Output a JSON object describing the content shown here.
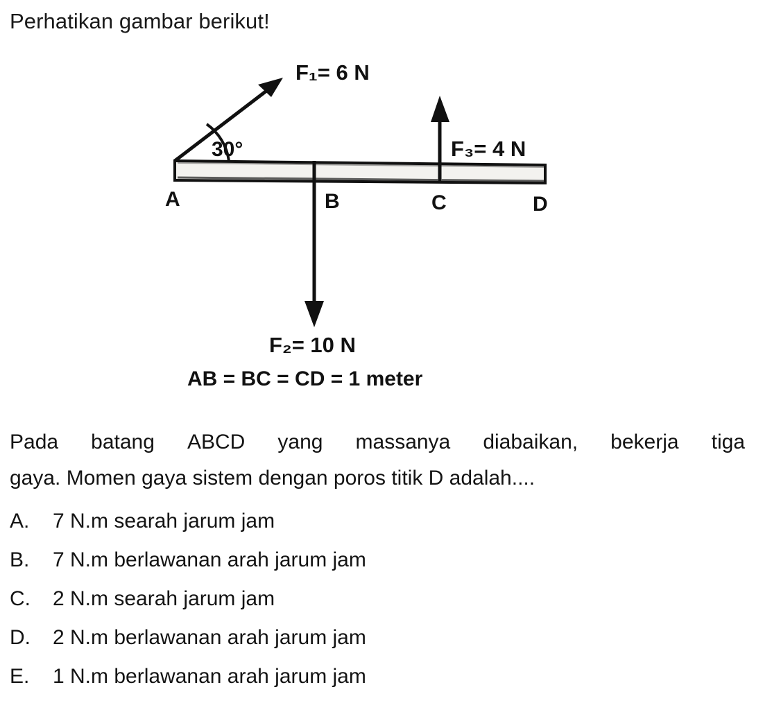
{
  "prompt": "Perhatikan gambar berikut!",
  "figure": {
    "bar": {
      "points": [
        "A",
        "B",
        "C",
        "D"
      ]
    },
    "labels": {
      "f1": "F₁= 6 N",
      "f2": "F₂= 10 N",
      "f3": "F₃= 4 N",
      "angle": "30°",
      "point_a": "A",
      "point_b": "B",
      "point_c": "C",
      "point_d": "D",
      "distances": "AB = BC = CD = 1 meter"
    },
    "forces": [
      {
        "name": "F1",
        "magnitude": "6 N",
        "point": "A",
        "direction": "up-right at 30 degrees from bar"
      },
      {
        "name": "F2",
        "magnitude": "10 N",
        "point": "B",
        "direction": "down"
      },
      {
        "name": "F3",
        "magnitude": "4 N",
        "point": "C",
        "direction": "up"
      }
    ],
    "colors": {
      "ink": "#111111",
      "bar_fill": "#f2f1ee"
    }
  },
  "question": {
    "line1_left": "Pada",
    "line1_words": [
      "Pada",
      "batang",
      "ABCD",
      "yang",
      "massanya",
      "diabaikan,",
      "bekerja",
      "tiga"
    ],
    "line2": "gaya. Momen gaya sistem dengan poros titik D adalah...."
  },
  "options": [
    {
      "letter": "A.",
      "text": "7 N.m searah jarum jam"
    },
    {
      "letter": "B.",
      "text": "7 N.m berlawanan arah jarum jam"
    },
    {
      "letter": "C.",
      "text": "2 N.m searah jarum jam"
    },
    {
      "letter": "D.",
      "text": "2 N.m berlawanan arah jarum jam"
    },
    {
      "letter": "E.",
      "text": "1 N.m berlawanan arah jarum jam"
    }
  ]
}
